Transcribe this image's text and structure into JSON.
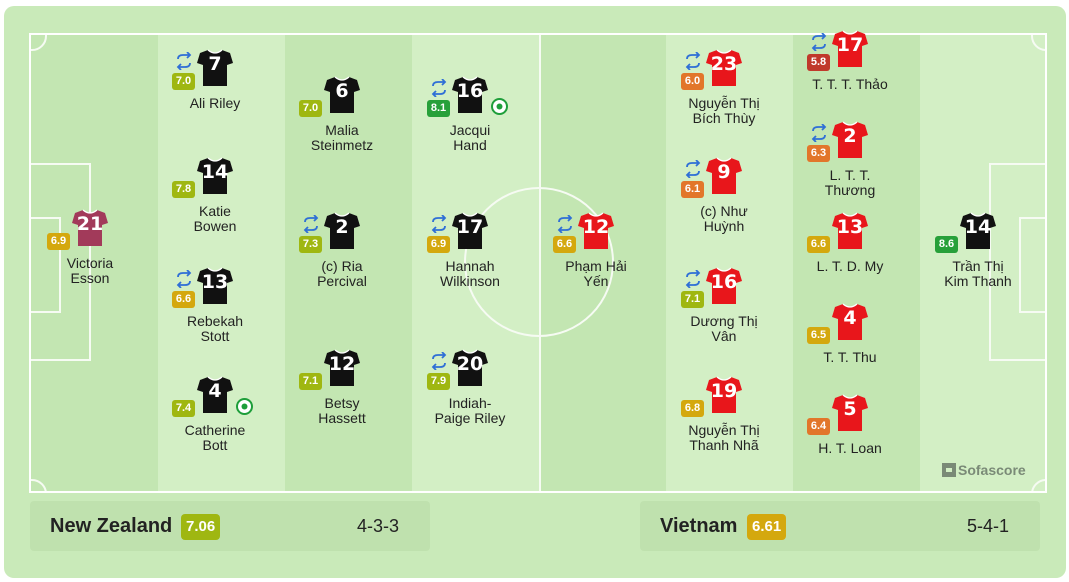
{
  "home": {
    "name": "New Zealand",
    "rating": "7.06",
    "rating_color": "#9fb711",
    "formation": "4-3-3",
    "kit_color": "#111111",
    "keeper_kit_color": "#a23a5a"
  },
  "away": {
    "name": "Vietnam",
    "rating": "6.61",
    "rating_color": "#d4a80e",
    "formation": "5-4-1",
    "kit_color": "#e8161b",
    "keeper_kit_color": "#111111"
  },
  "players": [
    {
      "team": "home",
      "number": "21",
      "name": "Victoria\nEsson",
      "rating": "6.9",
      "rating_color": "#d4a80e",
      "keeper": true,
      "sub": false,
      "goal": false
    },
    {
      "team": "home",
      "number": "7",
      "name": "Ali Riley",
      "rating": "7.0",
      "rating_color": "#9fb711",
      "keeper": false,
      "sub": true,
      "goal": false
    },
    {
      "team": "home",
      "number": "14",
      "name": "Katie\nBowen",
      "rating": "7.8",
      "rating_color": "#9fb711",
      "keeper": false,
      "sub": false,
      "goal": false
    },
    {
      "team": "home",
      "number": "13",
      "name": "Rebekah\nStott",
      "rating": "6.6",
      "rating_color": "#d4a80e",
      "keeper": false,
      "sub": true,
      "goal": false
    },
    {
      "team": "home",
      "number": "4",
      "name": "Catherine\nBott",
      "rating": "7.4",
      "rating_color": "#9fb711",
      "keeper": false,
      "sub": false,
      "goal": true
    },
    {
      "team": "home",
      "number": "6",
      "name": "Malia\nSteinmetz",
      "rating": "7.0",
      "rating_color": "#9fb711",
      "keeper": false,
      "sub": false,
      "goal": false
    },
    {
      "team": "home",
      "number": "2",
      "name": "(c) Ria\nPercival",
      "rating": "7.3",
      "rating_color": "#9fb711",
      "keeper": false,
      "sub": true,
      "goal": false
    },
    {
      "team": "home",
      "number": "12",
      "name": "Betsy\nHassett",
      "rating": "7.1",
      "rating_color": "#9fb711",
      "keeper": false,
      "sub": false,
      "goal": false
    },
    {
      "team": "home",
      "number": "16",
      "name": "Jacqui\nHand",
      "rating": "8.1",
      "rating_color": "#27a03a",
      "keeper": false,
      "sub": true,
      "goal": true
    },
    {
      "team": "home",
      "number": "17",
      "name": "Hannah\nWilkinson",
      "rating": "6.9",
      "rating_color": "#d4a80e",
      "keeper": false,
      "sub": true,
      "goal": false
    },
    {
      "team": "home",
      "number": "20",
      "name": "Indiah-\nPaige Riley",
      "rating": "7.9",
      "rating_color": "#9fb711",
      "keeper": false,
      "sub": true,
      "goal": false
    },
    {
      "team": "away",
      "number": "12",
      "name": "Phạm Hải\nYến",
      "rating": "6.6",
      "rating_color": "#d4a80e",
      "keeper": false,
      "sub": true,
      "goal": false
    },
    {
      "team": "away",
      "number": "23",
      "name": "Nguyễn Thị\nBích Thùy",
      "rating": "6.0",
      "rating_color": "#e2762a",
      "keeper": false,
      "sub": true,
      "goal": false
    },
    {
      "team": "away",
      "number": "9",
      "name": "(c) Như\nHuỳnh",
      "rating": "6.1",
      "rating_color": "#e2762a",
      "keeper": false,
      "sub": true,
      "goal": false
    },
    {
      "team": "away",
      "number": "16",
      "name": "Dương Thị\nVân",
      "rating": "7.1",
      "rating_color": "#9fb711",
      "keeper": false,
      "sub": true,
      "goal": false
    },
    {
      "team": "away",
      "number": "19",
      "name": "Nguyễn Thị\nThanh Nhã",
      "rating": "6.8",
      "rating_color": "#d4a80e",
      "keeper": false,
      "sub": false,
      "goal": false
    },
    {
      "team": "away",
      "number": "17",
      "name": "T. T. T. Thảo",
      "rating": "5.8",
      "rating_color": "#c0392b",
      "keeper": false,
      "sub": true,
      "goal": false
    },
    {
      "team": "away",
      "number": "2",
      "name": "L. T. T.\nThương",
      "rating": "6.3",
      "rating_color": "#e2762a",
      "keeper": false,
      "sub": true,
      "goal": false
    },
    {
      "team": "away",
      "number": "13",
      "name": "L. T. D. My",
      "rating": "6.6",
      "rating_color": "#d4a80e",
      "keeper": false,
      "sub": false,
      "goal": false
    },
    {
      "team": "away",
      "number": "4",
      "name": "T. T. Thu",
      "rating": "6.5",
      "rating_color": "#d4a80e",
      "keeper": false,
      "sub": false,
      "goal": false
    },
    {
      "team": "away",
      "number": "5",
      "name": "H. T. Loan",
      "rating": "6.4",
      "rating_color": "#e2762a",
      "keeper": false,
      "sub": false,
      "goal": false
    },
    {
      "team": "away",
      "number": "14",
      "name": "Trần Thị\nKim Thanh",
      "rating": "8.6",
      "rating_color": "#27a03a",
      "keeper": true,
      "sub": false,
      "goal": false
    }
  ],
  "icons": {
    "sub": "substitution-arrows-icon",
    "goal": "football-goal-icon",
    "brand": "sofascore-logo-icon"
  },
  "brand": "Sofascore"
}
